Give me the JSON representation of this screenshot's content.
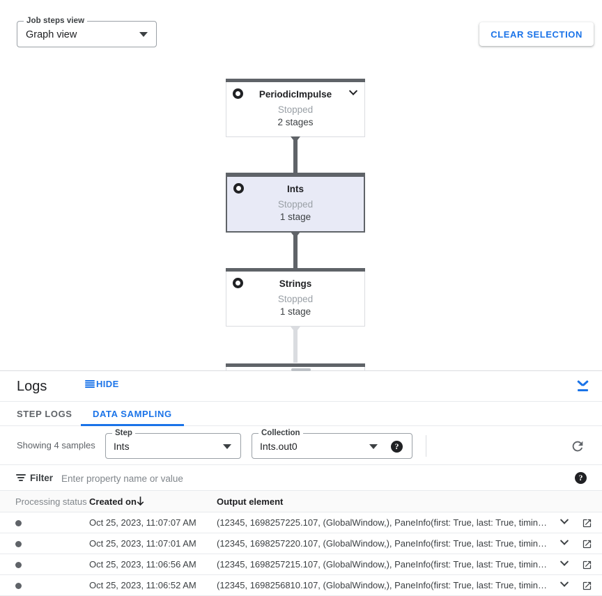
{
  "graph": {
    "view_select": {
      "legend": "Job steps view",
      "value": "Graph view",
      "caret_icon": "chevron-down-icon"
    },
    "clear_selection_label": "CLEAR SELECTION",
    "nodes": [
      {
        "title": "PeriodicImpulse",
        "status": "Stopped",
        "stages": "2 stages",
        "selected": false,
        "has_expand": true,
        "stop_icon": "stop-circle-icon"
      },
      {
        "title": "Ints",
        "status": "Stopped",
        "stages": "1 stage",
        "selected": true,
        "has_expand": false,
        "stop_icon": "stop-circle-icon"
      },
      {
        "title": "Strings",
        "status": "Stopped",
        "stages": "1 stage",
        "selected": false,
        "has_expand": false,
        "stop_icon": "stop-circle-icon"
      }
    ]
  },
  "logs": {
    "title": "Logs",
    "hide_label": "HIDE",
    "hide_icon": "list-icon",
    "collapse_icon": "collapse-down-icon",
    "tabs": [
      {
        "label": "STEP LOGS",
        "active": false
      },
      {
        "label": "DATA SAMPLING",
        "active": true
      }
    ],
    "controls": {
      "showing": "Showing 4 samples",
      "step": {
        "legend": "Step",
        "value": "Ints",
        "caret_icon": "chevron-down-icon"
      },
      "collection": {
        "legend": "Collection",
        "value": "Ints.out0",
        "caret_icon": "chevron-down-icon",
        "help_icon": "help-icon",
        "help_glyph": "?"
      },
      "refresh_icon": "refresh-icon"
    },
    "filter": {
      "icon": "filter-icon",
      "label": "Filter",
      "placeholder": "Enter property name or value",
      "value": "",
      "help_icon": "help-icon",
      "help_glyph": "?"
    },
    "table": {
      "columns": [
        "Processing status",
        "Created on",
        "Output element"
      ],
      "sort_column": "Created on",
      "sort_direction": "desc",
      "sort_icon": "arrow-down-icon",
      "rows": [
        {
          "status_icon": "status-dot",
          "created_on": "Oct 25, 2023, 11:07:07 AM",
          "output_element": "(12345, 1698257225.107, (GlobalWindow,), PaneInfo(first: True, last: True, timing…",
          "expand_icon": "chevron-down-icon",
          "open_icon": "open-in-new-icon"
        },
        {
          "status_icon": "status-dot",
          "created_on": "Oct 25, 2023, 11:07:01 AM",
          "output_element": "(12345, 1698257220.107, (GlobalWindow,), PaneInfo(first: True, last: True, timing…",
          "expand_icon": "chevron-down-icon",
          "open_icon": "open-in-new-icon"
        },
        {
          "status_icon": "status-dot",
          "created_on": "Oct 25, 2023, 11:06:56 AM",
          "output_element": "(12345, 1698257215.107, (GlobalWindow,), PaneInfo(first: True, last: True, timing…",
          "expand_icon": "chevron-down-icon",
          "open_icon": "open-in-new-icon"
        },
        {
          "status_icon": "status-dot",
          "created_on": "Oct 25, 2023, 11:06:52 AM",
          "output_element": "(12345, 1698256810.107, (GlobalWindow,), PaneInfo(first: True, last: True, timing…",
          "expand_icon": "chevron-down-icon",
          "open_icon": "open-in-new-icon"
        }
      ]
    }
  },
  "colors": {
    "accent_blue": "#1a73e8",
    "node_header": "#5f6368",
    "selected_node_fill": "#e8eaf6",
    "status_dot": "#5f6368",
    "muted_text": "#9aa0a6"
  }
}
